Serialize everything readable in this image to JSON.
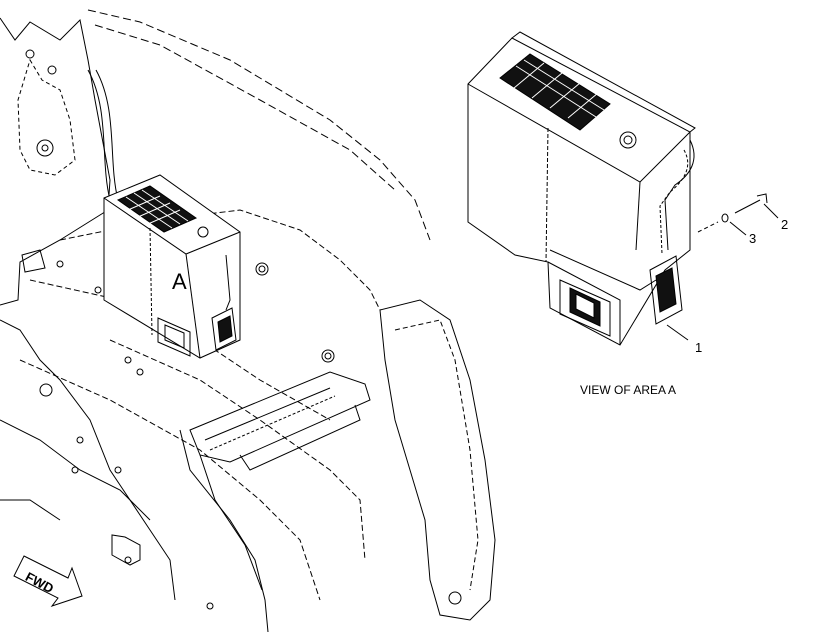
{
  "callouts": {
    "area_letter": "A",
    "item_1": "1",
    "item_2": "2",
    "item_3": "3",
    "view_caption": "VIEW OF AREA A",
    "fwd_arrow": "FWD"
  },
  "colors": {
    "line": "#000000",
    "background": "#ffffff"
  }
}
